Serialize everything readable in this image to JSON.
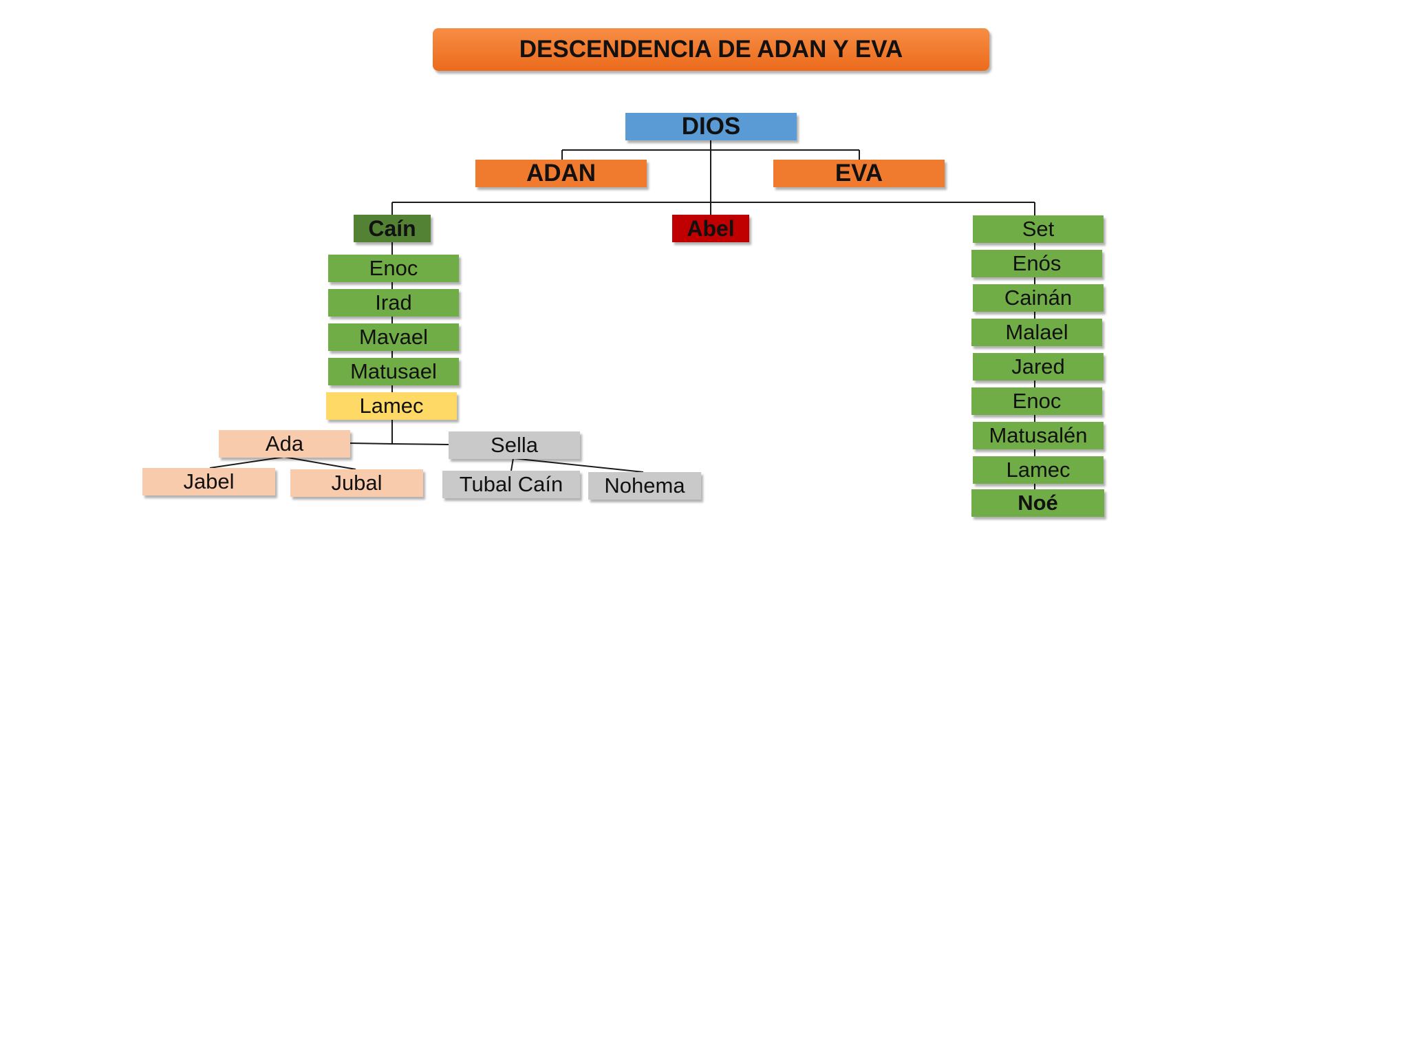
{
  "title": "DESCENDENCIA DE ADAN Y EVA",
  "colors": {
    "orange": "#f07a2e",
    "blue": "#5b9bd5",
    "dark_green": "#548235",
    "green": "#70ad47",
    "red": "#c00000",
    "yellow": "#ffd966",
    "peach": "#f8cbad",
    "gray": "#c9c9c9",
    "line": "#1a1a1a"
  },
  "nodes": {
    "dios": "DIOS",
    "adan": "ADAN",
    "eva": "EVA",
    "cain": "Caín",
    "abel": "Abel",
    "cain_line": [
      "Enoc",
      "Irad",
      "Mavael",
      "Matusael",
      "Lamec"
    ],
    "ada": "Ada",
    "sella": "Sella",
    "jabel": "Jabel",
    "jubal": "Jubal",
    "tubal_cain": "Tubal Caín",
    "nohema": "Nohema",
    "set_line": [
      "Set",
      "Enós",
      "Cainán",
      "Malael",
      "Jared",
      "Enoc",
      "Matusalén",
      "Lamec",
      "Noé"
    ]
  }
}
